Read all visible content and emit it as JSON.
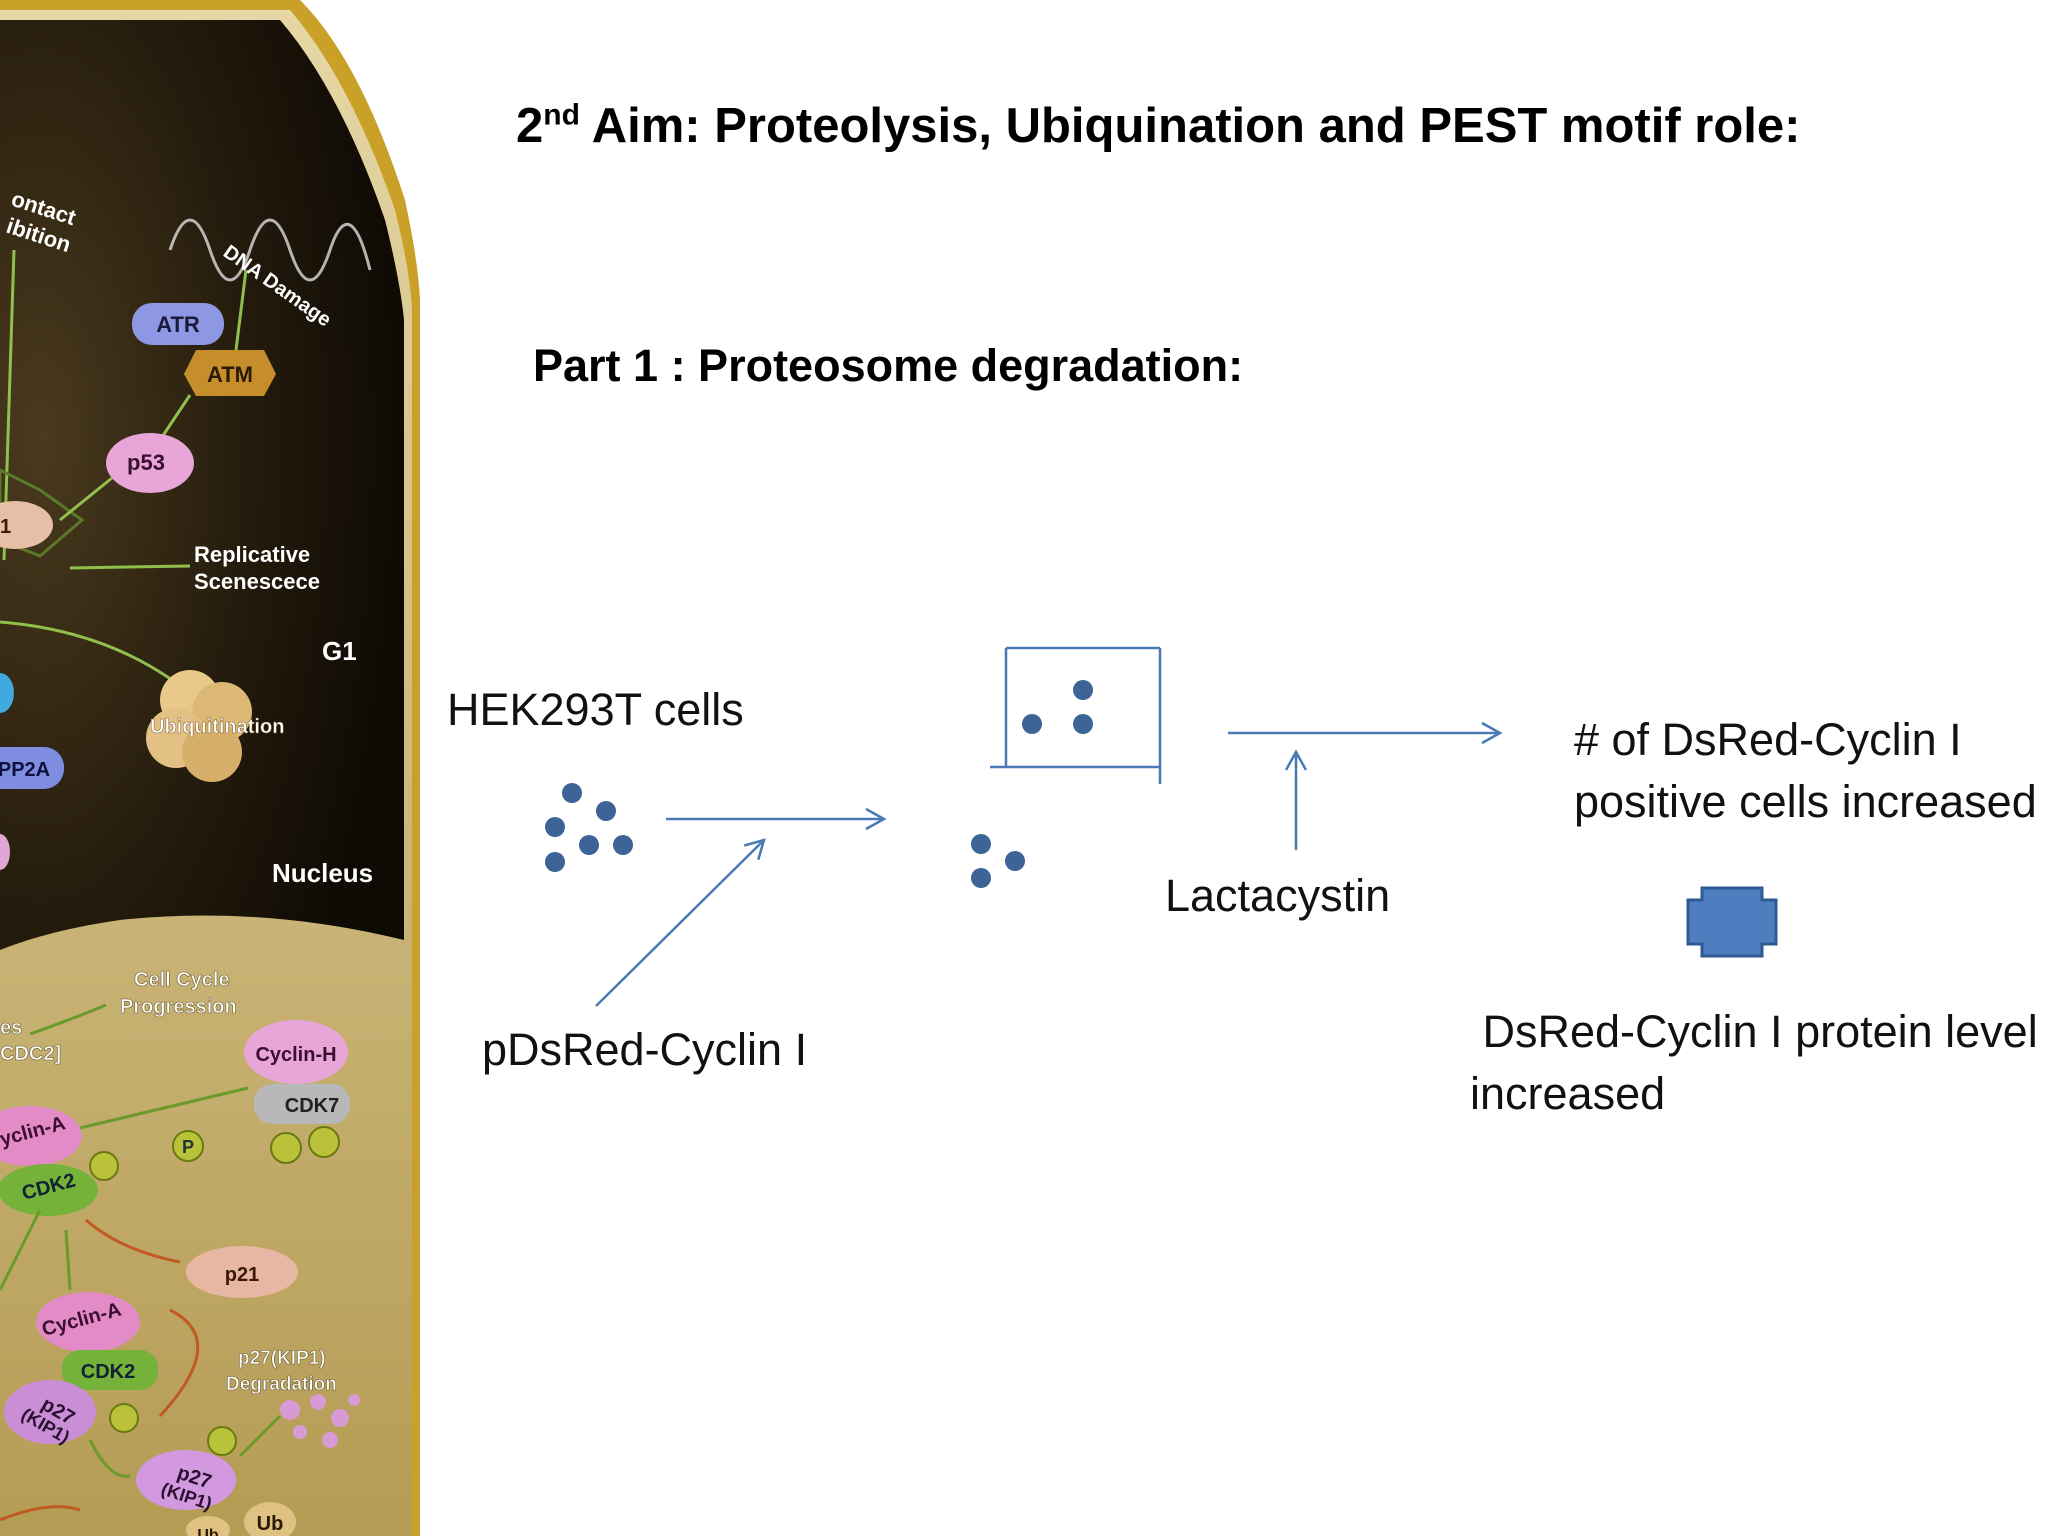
{
  "title": {
    "prefix": "2",
    "superscript": "nd",
    "text": " Aim: Proteolysis, Ubiquination and PEST motif role:"
  },
  "subtitle": "Part 1 : Proteosome degradation:",
  "diagram": {
    "cells_label": "HEK293T cells",
    "plasmid_label": "pDsRed-Cyclin I",
    "drug_label": "Lactacystin",
    "result_1_line1": "# of DsRed-Cyclin I",
    "result_1_line2": "positive cells increased",
    "result_2_line1": " DsRed-Cyclin I protein level",
    "result_2_line2": "increased"
  },
  "cell_figure": {
    "labels": {
      "contact": "ontact",
      "inhibition": "ibition",
      "dna_damage": "DNA Damage",
      "atr": "ATR",
      "atm": "ATM",
      "p53": "p53",
      "replicative": "Replicative",
      "scenescece": "Scenescece",
      "g1": "G1",
      "ubiquitination": "Ubiquitination",
      "pp2a": "PP2A",
      "nucleus": "Nucleus",
      "cell_cycle": "Cell Cycle",
      "progression": "Progression",
      "cdc2": "CDC2]",
      "es": "es",
      "cyclin_h": "Cyclin-H",
      "cdk7": "CDK7",
      "cyclin_a_top": "yclin-A",
      "cdk2_top": "CDK2",
      "p21": "p21",
      "cyclin_a": "Cyclin-A",
      "cdk2": "CDK2",
      "p27_left": "p27",
      "kip1_left": "(KIP1)",
      "p27_degradation_1": "p27(KIP1)",
      "p27_degradation_2": "Degradation",
      "p27_bottom": "p27",
      "kip1_bottom": "(KIP1)",
      "ub": "Ub",
      "ub2": "Ub",
      "p": "P",
      "one": "1"
    }
  },
  "colors": {
    "arrow": "#4a7ab5",
    "dot": "#3d6397",
    "plus": "#4d7ec0",
    "cell_dark": "#231a0c",
    "cytoplasm": "#d9c58a",
    "membrane": "#c9a028"
  }
}
